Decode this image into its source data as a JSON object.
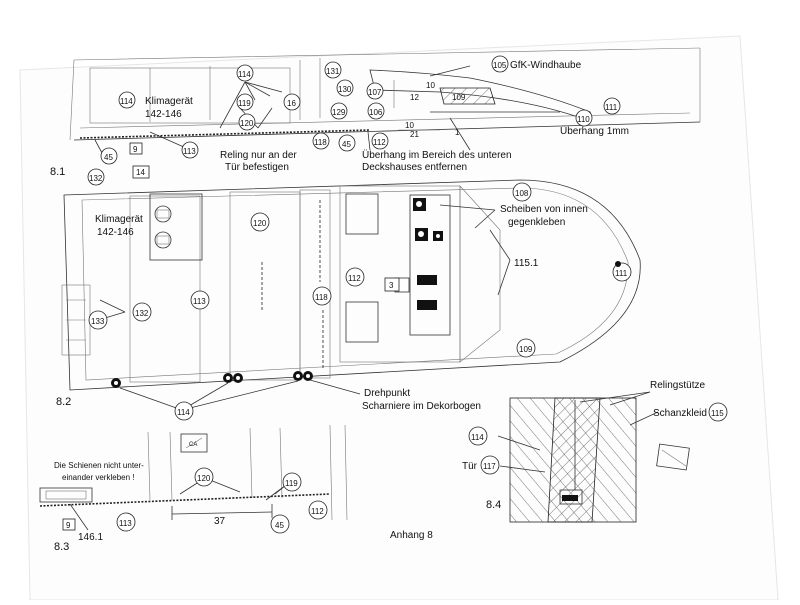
{
  "part_8_1": {
    "section_label": "8.1",
    "klimageraet": "Klimagerät",
    "klimageraet_range": "142-146",
    "reling_note_line1": "Reling nur an der",
    "reling_note_line2": "Tür befestigen",
    "windhaube": "GfK-Windhaube",
    "ueberhang": "Überhang 1mm",
    "ueberhang_note_line1": "Überhang im Bereich des unteren",
    "ueberhang_note_line2": "Deckshauses entfernen",
    "dim_12": "12",
    "dim_10": "10",
    "dim_21": "21",
    "dim_1": "1",
    "refs": {
      "r114a": "114",
      "r114b": "114",
      "r119": "119",
      "r120": "120",
      "r16": "16",
      "r131": "131",
      "r130": "130",
      "r107": "107",
      "r106": "106",
      "r129": "129",
      "r105": "105",
      "r109": "109",
      "r111": "111",
      "r110": "110",
      "r118": "118",
      "r45": "45",
      "r112": "112",
      "r113": "113",
      "r9": "9",
      "r45b": "45",
      "r132": "132"
    }
  },
  "part_8_2": {
    "section_label": "8.2",
    "klimageraet": "Klimagerät",
    "klimageraet_range": "142-146",
    "scheiben_line1": "Scheiben von innen",
    "scheiben_line2": "gegenkleben",
    "drehpunkt": "Drehpunkt",
    "scharniere": "Scharniere im Dekorbogen",
    "refs": {
      "r14": "14",
      "r120": "120",
      "r108": "108",
      "r115_1": "115.1",
      "r111": "111",
      "r112": "112",
      "r3": "3",
      "r118": "118",
      "r113": "113",
      "r133": "133",
      "r132": "132",
      "r109": "109",
      "r114": "114"
    }
  },
  "part_8_3": {
    "section_label": "8.3",
    "note_line1": "Die Schienen nicht unter-",
    "note_line2": "einander verkleben !",
    "dim_37": "37",
    "refs": {
      "r120": "120",
      "r119": "119",
      "r112": "112",
      "r45": "45",
      "r113": "113",
      "r9": "9",
      "r146_1": "146.1"
    }
  },
  "part_8_4": {
    "section_label": "8.4",
    "relingstuetze": "Relingstütze",
    "schanzkleid": "Schanzkleid",
    "tuer": "Tür",
    "refs": {
      "r114": "114",
      "r115": "115",
      "r117": "117"
    }
  },
  "footer": {
    "page_label": "Anhang 8"
  }
}
